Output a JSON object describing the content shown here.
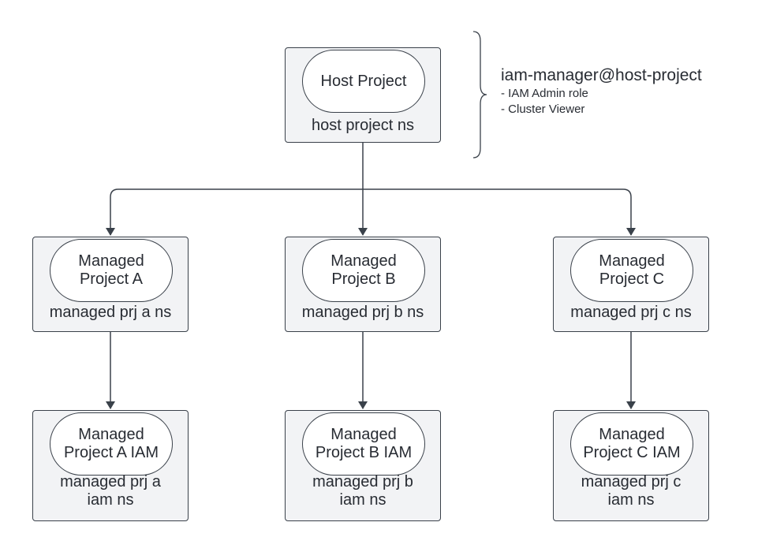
{
  "host": {
    "pill_label": "Host Project",
    "namespace": "host project ns"
  },
  "managed_projects": [
    {
      "pill_lines": [
        "Managed",
        "Project A"
      ],
      "namespace_lines": [
        "managed prj a ns"
      ]
    },
    {
      "pill_lines": [
        "Managed",
        "Project B"
      ],
      "namespace_lines": [
        "managed prj b ns"
      ]
    },
    {
      "pill_lines": [
        "Managed",
        "Project C"
      ],
      "namespace_lines": [
        "managed prj c ns"
      ]
    }
  ],
  "iam_projects": [
    {
      "pill_lines": [
        "Managed",
        "Project A IAM"
      ],
      "namespace_lines": [
        "managed prj a",
        "iam ns"
      ]
    },
    {
      "pill_lines": [
        "Managed",
        "Project B IAM"
      ],
      "namespace_lines": [
        "managed prj b",
        "iam ns"
      ]
    },
    {
      "pill_lines": [
        "Managed",
        "Project C IAM"
      ],
      "namespace_lines": [
        "managed prj c",
        "iam ns"
      ]
    }
  ],
  "annotation": {
    "title": "iam-manager@host-project",
    "items": [
      "- IAM Admin role",
      "- Cluster Viewer"
    ]
  },
  "colors": {
    "box_fill": "#f2f3f5",
    "stroke": "#3a414a",
    "pill_fill": "#ffffff",
    "text": "#282c33"
  }
}
